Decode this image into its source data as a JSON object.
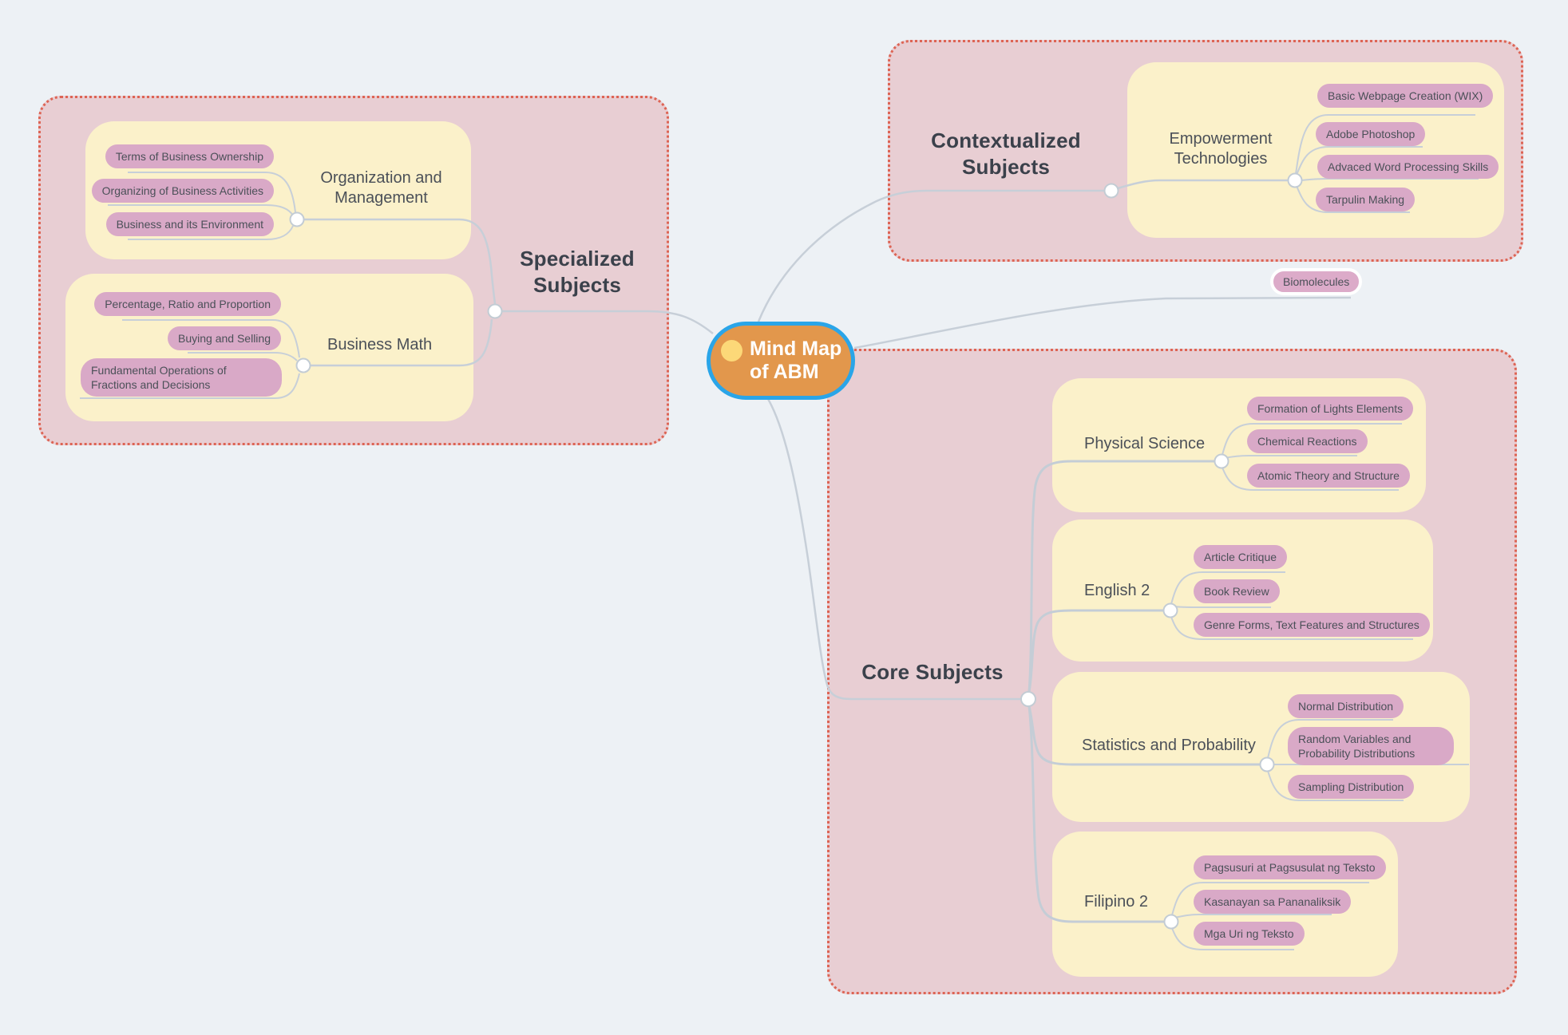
{
  "root": {
    "label": "Mind Map of ABM",
    "icon": "yellow-dot"
  },
  "floating_topic": {
    "label": "Biomolecules"
  },
  "sections": {
    "specialized": {
      "label": "Specialized Subjects",
      "topics": [
        {
          "label": "Organization and Management",
          "children": [
            "Terms of Business Ownership",
            "Organizing of Business Activities",
            "Business and its Environment"
          ]
        },
        {
          "label": "Business Math",
          "children": [
            "Percentage, Ratio and Proportion",
            "Buying and Selling",
            "Fundamental Operations of Fractions and Decisions"
          ]
        }
      ]
    },
    "contextualized": {
      "label": "Contextualized Subjects",
      "topics": [
        {
          "label": "Empowerment Technologies",
          "children": [
            "Basic Webpage Creation (WIX)",
            "Adobe Photoshop",
            "Advaced Word Processing Skills",
            "Tarpulin Making"
          ]
        }
      ]
    },
    "core": {
      "label": "Core Subjects",
      "topics": [
        {
          "label": "Physical Science",
          "children": [
            "Formation of Lights Elements",
            "Chemical Reactions",
            "Atomic Theory and Structure"
          ]
        },
        {
          "label": "English 2",
          "children": [
            "Article Critique",
            "Book Review",
            "Genre Forms, Text Features and Structures"
          ]
        },
        {
          "label": "Statistics and Probability",
          "children": [
            "Normal Distribution",
            "Random Variables and Probability Distributions",
            "Sampling Distribution"
          ]
        },
        {
          "label": "Filipino 2",
          "children": [
            "Pagsusuri at Pagsusulat ng Teksto",
            "Kasanayan sa Pananaliksik",
            "Mga Uri ng Teksto"
          ]
        }
      ]
    }
  },
  "colors": {
    "canvas_background": "#edf1f5",
    "boundary_fill": "#e8ced3",
    "boundary_border": "#dd6454",
    "subtree_fill": "#fbf1ca",
    "subtopic_fill": "#d9a9c7",
    "root_fill": "#e2974c",
    "root_border": "#2aa5e8",
    "root_dot": "#fcd878",
    "connector_line": "#c7cfd8",
    "text_dark": "#3b414b"
  }
}
